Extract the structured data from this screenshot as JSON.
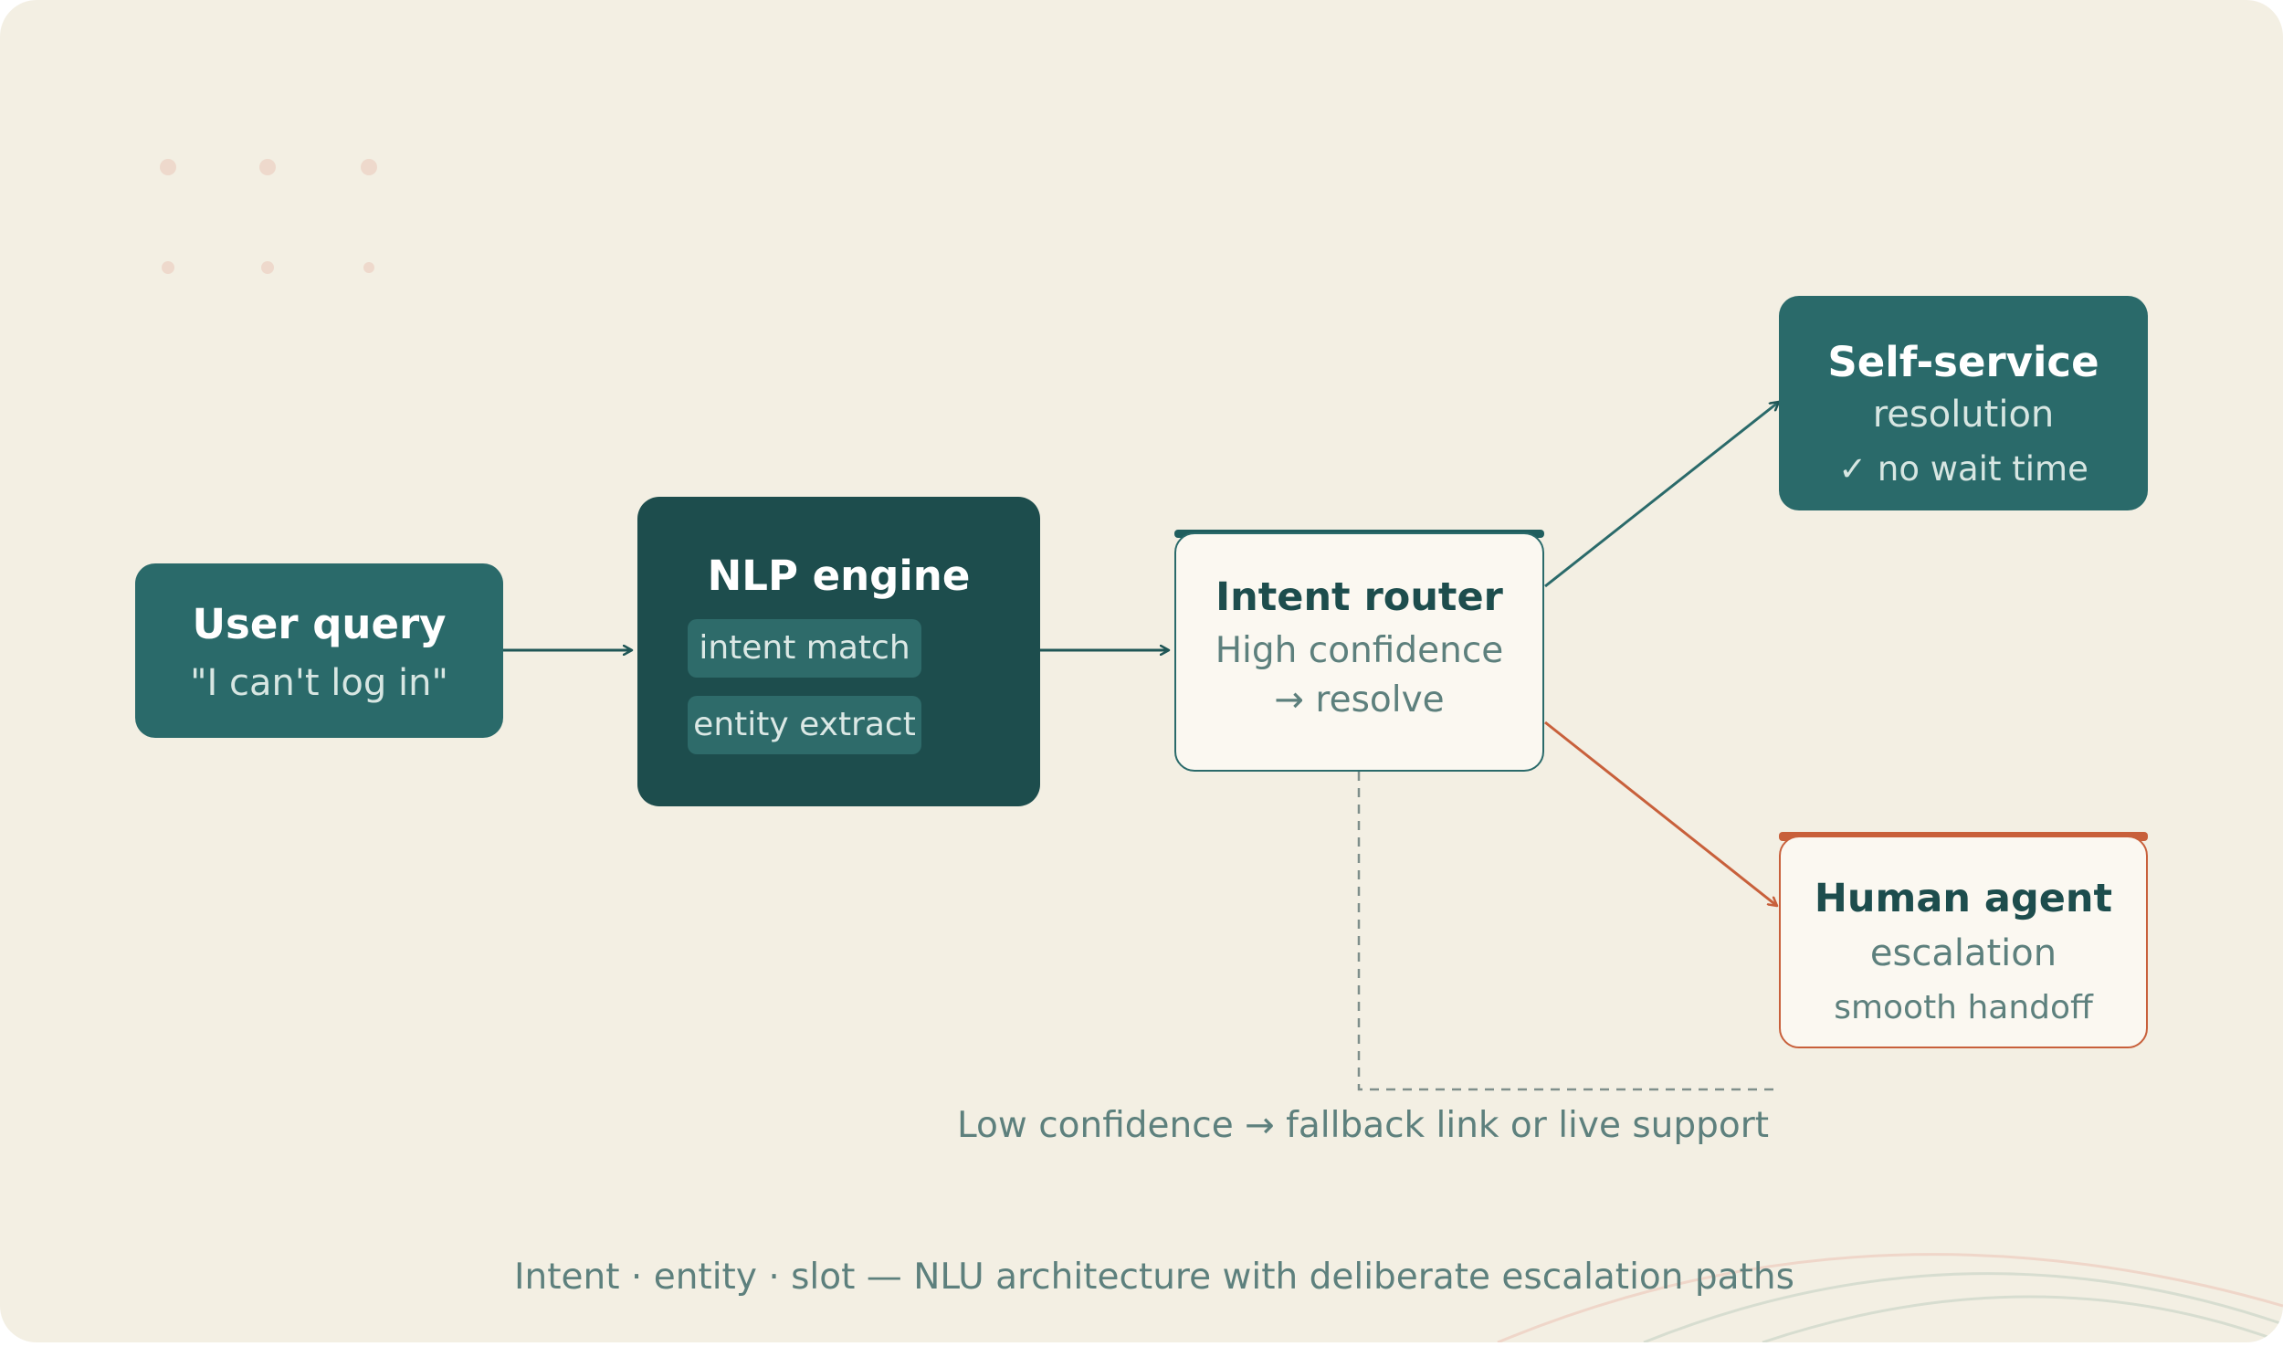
{
  "nodes": {
    "user_query": {
      "title": "User query",
      "subtitle": "\"I can't log in\""
    },
    "nlp_engine": {
      "title": "NLP engine",
      "chips": [
        "intent match",
        "entity extract"
      ]
    },
    "intent_router": {
      "title": "Intent router",
      "line1": "High confidence",
      "line2": "→ resolve"
    },
    "self_service": {
      "title": "Self-service",
      "line1": "resolution",
      "line2": "✓ no wait time"
    },
    "human_agent": {
      "title": "Human agent",
      "line1": "escalation",
      "line2": "smooth handoff"
    }
  },
  "low_confidence_label": "Low confidence → fallback link or live support",
  "caption": "Intent · entity · slot — NLU architecture with deliberate escalation paths",
  "colors": {
    "background": "#f3efe3",
    "teal": "#2a6a6a",
    "dark_teal": "#1d4d4d",
    "accent_orange": "#c8603b",
    "muted_text": "#5d807d",
    "card_light": "#fbf8f1"
  }
}
